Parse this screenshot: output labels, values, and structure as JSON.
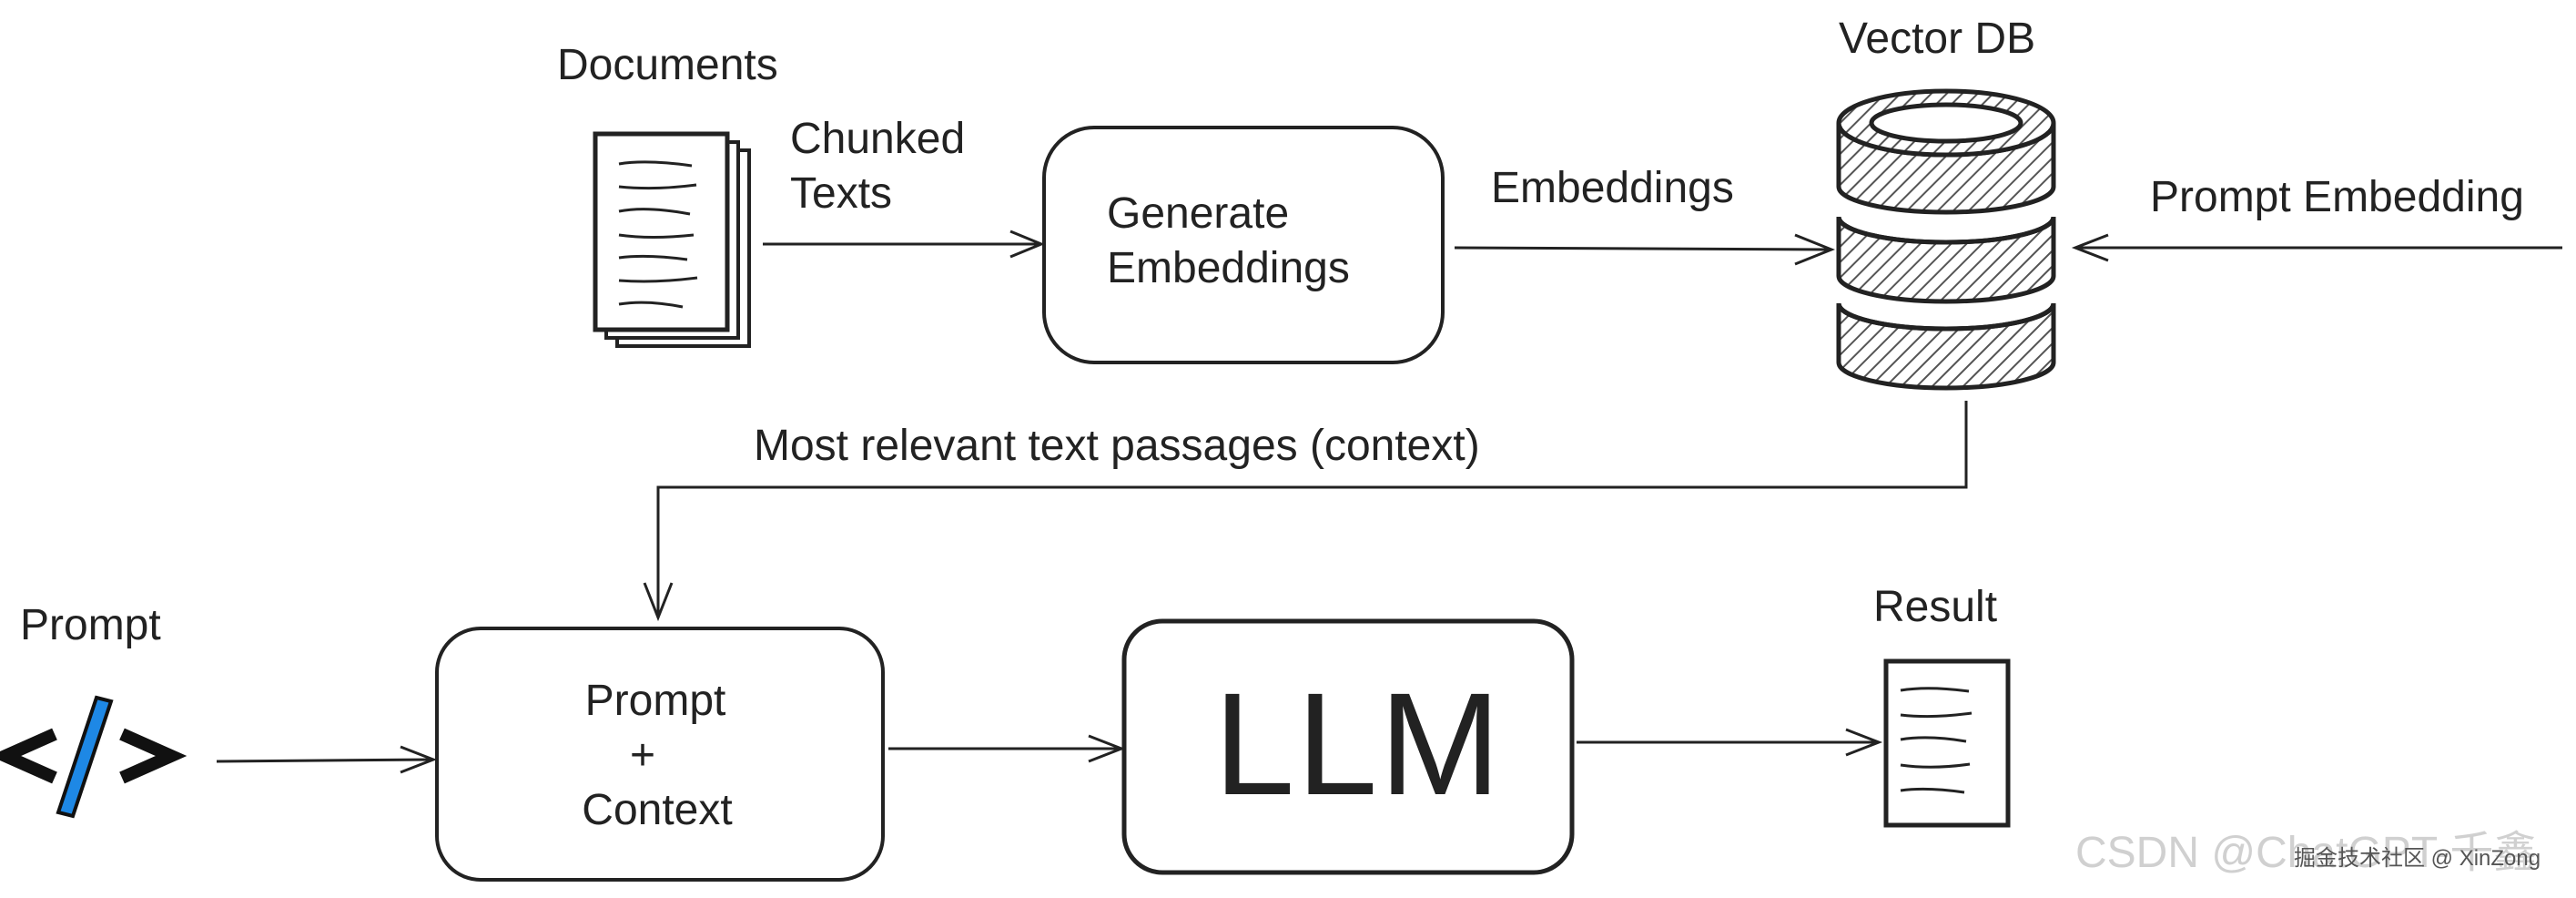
{
  "labels": {
    "documents": "Documents",
    "chunked_texts_1": "Chunked",
    "chunked_texts_2": "Texts",
    "generate_1": "Generate",
    "generate_2": "Embeddings",
    "embeddings": "Embeddings",
    "vector_db": "Vector DB",
    "prompt_embedding": "Prompt Embedding",
    "context": "Most relevant text passages (context)",
    "prompt": "Prompt",
    "combine_1": "Prompt",
    "combine_2": "+",
    "combine_3": "Context",
    "llm": "LLM",
    "result": "Result"
  },
  "watermark": {
    "csdn": "CSDN @ChatGPT-千鑫",
    "juejin": "掘金技术社区 @ XinZong"
  },
  "icons": {
    "documents": "document-stack-icon",
    "database": "database-icon",
    "code": "code-icon",
    "result": "result-document-icon"
  },
  "colors": {
    "code_slash": "#1e88e5",
    "stroke": "#222222",
    "hatch": "#555555"
  }
}
